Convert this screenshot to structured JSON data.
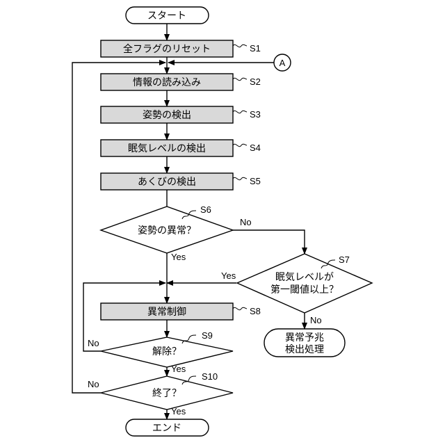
{
  "nodes": {
    "start": "スタート",
    "s1": "全フラグのリセット",
    "s2": "情報の読み込み",
    "s3": "姿勢の検出",
    "s4": "眠気レベルの検出",
    "s5": "あくびの検出",
    "s6": "姿勢の異常？",
    "s7_line1": "眠気レベルが",
    "s7_line2": "第一閾値以上？",
    "s8": "異常制御",
    "s9": "解除？",
    "s10": "終了？",
    "warn_line1": "異常予兆",
    "warn_line2": "検出処理",
    "end": "エンド",
    "connector": "A"
  },
  "steps": {
    "s1": "S1",
    "s2": "S2",
    "s3": "S3",
    "s4": "S4",
    "s5": "S5",
    "s6": "S6",
    "s7": "S7",
    "s8": "S8",
    "s9": "S9",
    "s10": "S10"
  },
  "branches": {
    "s6_no": "No",
    "s6_yes": "Yes",
    "s7_yes": "Yes",
    "s7_no": "No",
    "s9_no": "No",
    "s9_yes": "Yes",
    "s10_no": "No",
    "s10_yes": "Yes"
  }
}
